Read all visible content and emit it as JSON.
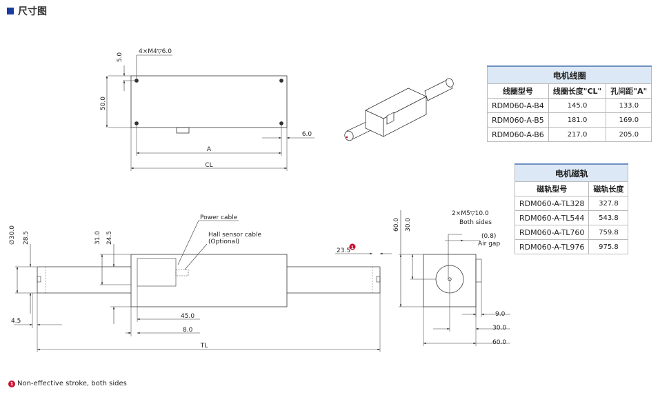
{
  "section": {
    "title": "尺寸图"
  },
  "top_view": {
    "dims": {
      "hole_spec": "4×M4▽6.0",
      "h50": "50.0",
      "h5": "5.0",
      "offset6": "6.0",
      "A": "A",
      "CL": "CL"
    }
  },
  "front_view": {
    "labels": {
      "power_cable": "Power cable",
      "hall_cable": "Hall sensor cable",
      "hall_optional": "(Optional)"
    },
    "dims": {
      "d30": "∅30.0",
      "d28_5": "28.5",
      "d31": "31.0",
      "d24_5": "24.5",
      "d23_5": "23.5",
      "d4_5": "4.5",
      "d45": "45.0",
      "d8": "8.0",
      "TL": "TL"
    }
  },
  "side_view": {
    "labels": {
      "hole_spec": "2×M5▽10.0",
      "both_sides": "Both sides",
      "gap_val": "(0.8)",
      "air_gap": "Air gap"
    },
    "dims": {
      "h60": "60.0",
      "h30": "30.0",
      "w9": "9.0",
      "w30": "30.0",
      "w60": "60.0"
    }
  },
  "coil_table": {
    "title": "电机线圈",
    "headers": [
      "线圈型号",
      "线圈长度\"CL\"",
      "孔间距\"A\""
    ],
    "rows": [
      [
        "RDM060-A-B4",
        "145.0",
        "133.0"
      ],
      [
        "RDM060-A-B5",
        "181.0",
        "169.0"
      ],
      [
        "RDM060-A-B6",
        "217.0",
        "205.0"
      ]
    ]
  },
  "rail_table": {
    "title": "电机磁轨",
    "headers": [
      "磁轨型号",
      "磁轨长度"
    ],
    "rows": [
      [
        "RDM060-A-TL328",
        "327.8"
      ],
      [
        "RDM060-A-TL544",
        "543.8"
      ],
      [
        "RDM060-A-TL760",
        "759.8"
      ],
      [
        "RDM060-A-TL976",
        "975.8"
      ]
    ]
  },
  "footnote": {
    "badge": "1",
    "text": "Non-effective stroke, both sides"
  },
  "colors": {
    "accent": "#1a3aa0",
    "table_header": "#dce8f5",
    "note": "#c8102e"
  }
}
